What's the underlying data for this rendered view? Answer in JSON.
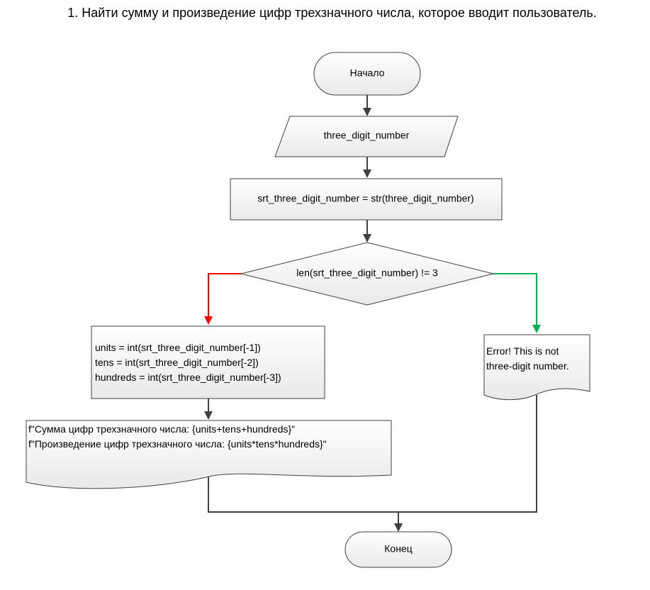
{
  "title": "1. Найти сумму и произведение цифр трехзначного числа, которое вводит пользователь.",
  "flowchart": {
    "start": "Начало",
    "input": "three_digit_number",
    "process": "srt_three_digit_number = str(three_digit_number)",
    "decision": "len(srt_three_digit_number) != 3",
    "compute": [
      "units = int(srt_three_digit_number[-1])",
      "tens = int(srt_three_digit_number[-2])",
      "hundreds = int(srt_three_digit_number[-3])"
    ],
    "output_result": [
      "f\"Сумма цифр трехзначного числа: {units+tens+hundreds}\"",
      "f\"Произведение цифр трехзначного числа: {units*tens*hundreds}\""
    ],
    "output_error": [
      "Error! This is not",
      "three-digit number."
    ],
    "end": "Конец"
  },
  "colors": {
    "false_branch": "#ff0000",
    "true_branch": "#00b050",
    "connector": "#404040",
    "shape_stroke": "#404040"
  }
}
